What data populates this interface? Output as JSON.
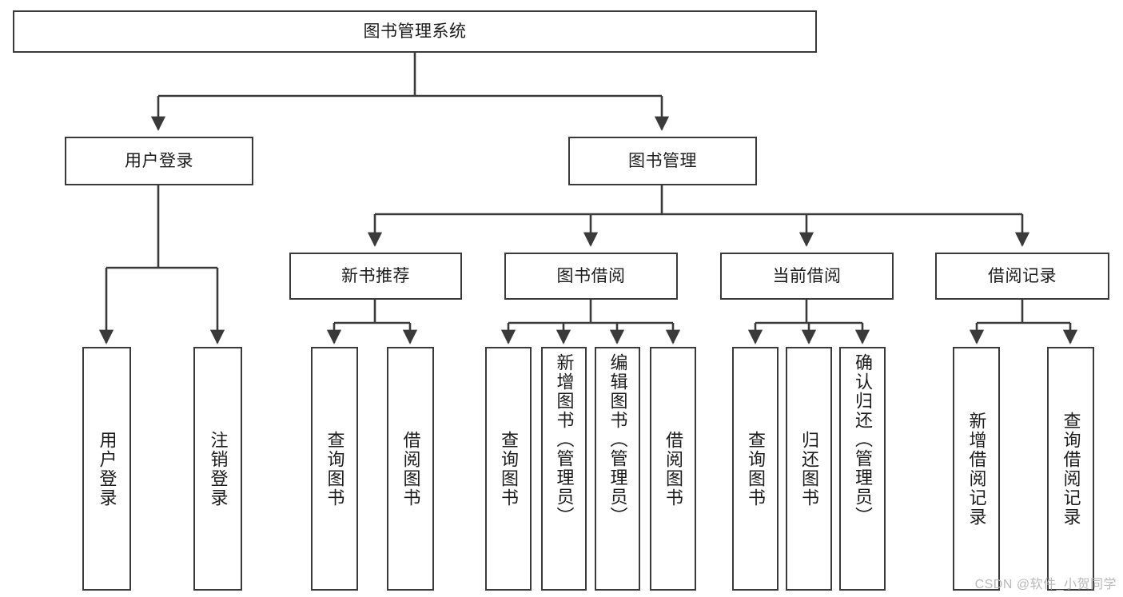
{
  "diagram": {
    "type": "tree",
    "title": "图书管理系统",
    "watermark": "CSDN @软件_小贺同学",
    "colors": {
      "box_border": "#3a3a3a",
      "box_fill": "#ffffff",
      "connector": "#3a3a3a",
      "text": "#1c1c1c",
      "watermark": "#b9b9b9",
      "background": "#ffffff"
    },
    "nodes": {
      "root": {
        "label": "图书管理系统"
      },
      "level2": [
        {
          "id": "user-login",
          "label": "用户登录"
        },
        {
          "id": "book-manage",
          "label": "图书管理"
        }
      ],
      "level3": [
        {
          "id": "new-book-recommend",
          "label": "新书推荐"
        },
        {
          "id": "book-borrow",
          "label": "图书借阅"
        },
        {
          "id": "current-borrow",
          "label": "当前借阅"
        },
        {
          "id": "borrow-record",
          "label": "借阅记录"
        }
      ],
      "leaves": {
        "user-login": [
          {
            "id": "leaf-user-login",
            "label": "用户登录"
          },
          {
            "id": "leaf-user-logout",
            "label": "注销登录"
          }
        ],
        "new-book-recommend": [
          {
            "id": "leaf-query-book-1",
            "label": "查询图书"
          },
          {
            "id": "leaf-borrow-book-1",
            "label": "借阅图书"
          }
        ],
        "book-borrow": [
          {
            "id": "leaf-query-book-2",
            "label": "查询图书"
          },
          {
            "id": "leaf-add-book",
            "label": "新增图书（管理员）"
          },
          {
            "id": "leaf-edit-book",
            "label": "编辑图书（管理员）"
          },
          {
            "id": "leaf-borrow-book-2",
            "label": "借阅图书"
          }
        ],
        "current-borrow": [
          {
            "id": "leaf-query-book-3",
            "label": "查询图书"
          },
          {
            "id": "leaf-return-book",
            "label": "归还图书"
          },
          {
            "id": "leaf-confirm-return",
            "label": "确认归还（管理员）"
          }
        ],
        "borrow-record": [
          {
            "id": "leaf-add-record",
            "label": "新增借阅记录"
          },
          {
            "id": "leaf-query-record",
            "label": "查询借阅记录"
          }
        ]
      }
    }
  }
}
